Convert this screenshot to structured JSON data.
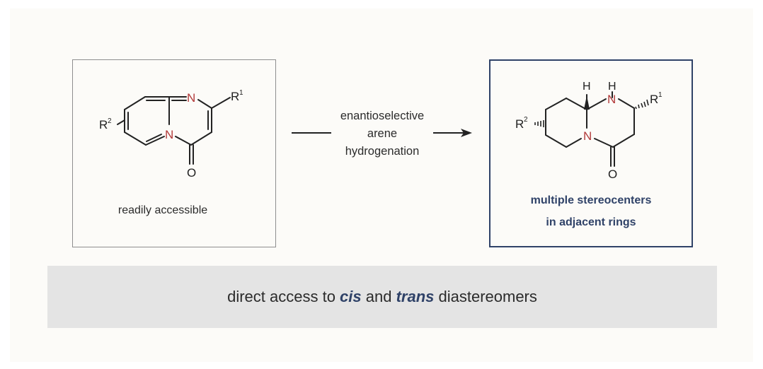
{
  "left_box": {
    "caption": "readily accessible",
    "atoms": {
      "n1": "N",
      "n2": "N",
      "oxygen": "O",
      "r1": "R",
      "r1_sup": "1",
      "r2": "R",
      "r2_sup": "2"
    }
  },
  "arrow": {
    "line1": "enantioselective",
    "line2": "arene",
    "line3": "hydrogenation"
  },
  "right_box": {
    "caption_line1": "multiple stereocenters",
    "caption_line2": "in adjacent rings",
    "atoms": {
      "h1": "H",
      "h2": "H",
      "n1": "N",
      "n2": "N",
      "oxygen": "O",
      "r1": "R",
      "r1_sup": "1",
      "r2": "R",
      "r2_sup": "2"
    }
  },
  "banner": {
    "text_before": "direct access to ",
    "cis": "cis",
    "text_and": " and ",
    "trans": "trans",
    "text_after": " diastereomers"
  },
  "colors": {
    "nitrogen": "#b23a3a",
    "accent": "#2f4268",
    "bond": "#222222"
  }
}
